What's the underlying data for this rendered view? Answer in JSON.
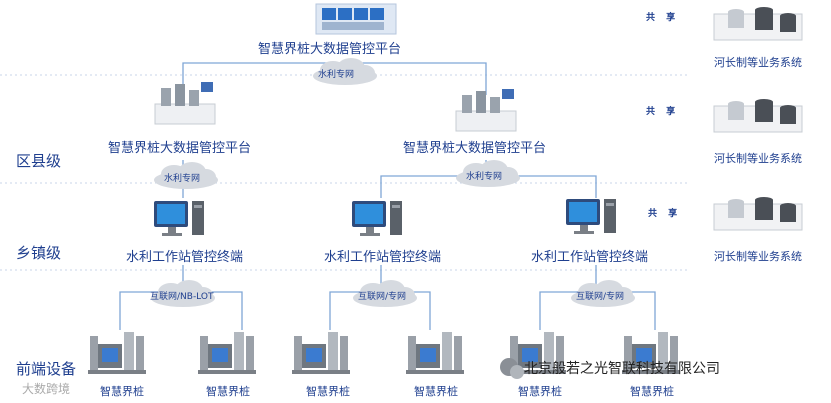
{
  "top_platform": "智慧界桩大数据管控平台",
  "district_platform_left": "智慧界桩大数据管控平台",
  "district_platform_right": "智慧界桩大数据管控平台",
  "network_water": "水利专网",
  "network_internet_left": "互联网/NB-LOT",
  "network_internet_mid": "互联网/专网",
  "network_internet_right": "互联网/专网",
  "terminal_label": "水利工作站管控终端",
  "levels": {
    "county": "区县级",
    "township": "乡镇级",
    "frontend": "前端设备"
  },
  "share_label": "共 享",
  "business_system": "河长制等业务系统",
  "pile_label": "智慧界桩",
  "watermark_company": "北京般若之光智联科技有限公司",
  "watermark_source": "大数跨境"
}
